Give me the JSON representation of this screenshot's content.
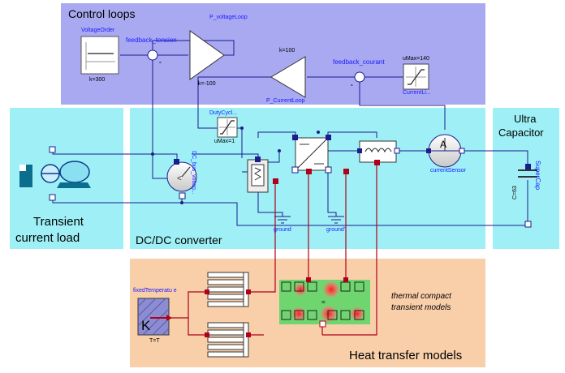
{
  "regions": {
    "control": {
      "title": "Control loops",
      "color": "#a9a9f2"
    },
    "load": {
      "title_line1": "Transient",
      "title_line2": "current load",
      "color": "#9ef0f6"
    },
    "dcdc": {
      "title": "DC/DC converter",
      "color": "#9ef0f6"
    },
    "ultracap": {
      "title_line1": "Ultra",
      "title_line2": "Capacitor",
      "color": "#9ef0f6"
    },
    "heat": {
      "title": "Heat transfer models",
      "color": "#f9cfa9"
    }
  },
  "blocks": {
    "voltage_order": {
      "name": "VoltageOrder",
      "param": "k=300"
    },
    "feedback_tension": {
      "name": "feedback_tension"
    },
    "p_voltage_loop": {
      "name": "P_voltageLoop",
      "param": "k=-100"
    },
    "feedback_courant": {
      "name": "feedback_courant"
    },
    "p_current_loop": {
      "name": "P_CurrentLoop",
      "param": "k=100"
    },
    "current_limiter": {
      "name": "CurrentLi...",
      "param": "uMax=140"
    },
    "duty_cycle": {
      "name": "DutyCycl...",
      "param": "uMax=1"
    },
    "dc_bus_voltage": {
      "name": "DC_bus_voltag..."
    },
    "current_sensor": {
      "name": "currentSensor",
      "glyph": "A"
    },
    "supercap": {
      "name": "SuperCap",
      "param": "C=63"
    },
    "ground1": {
      "name": "ground"
    },
    "ground2": {
      "name": "ground'"
    },
    "fixed_temperature": {
      "name": "fixedTemperatu e",
      "param": "T=T",
      "glyph": "K"
    },
    "thermal_model": {
      "caption_line1": "thermal compact",
      "caption_line2": "transient models",
      "glyph": "="
    }
  },
  "signs": {
    "minus": "-"
  },
  "colors": {
    "wire": "#1c1c8c",
    "thermal_wire": "#b0001a",
    "block_name": "#1a1aff"
  }
}
